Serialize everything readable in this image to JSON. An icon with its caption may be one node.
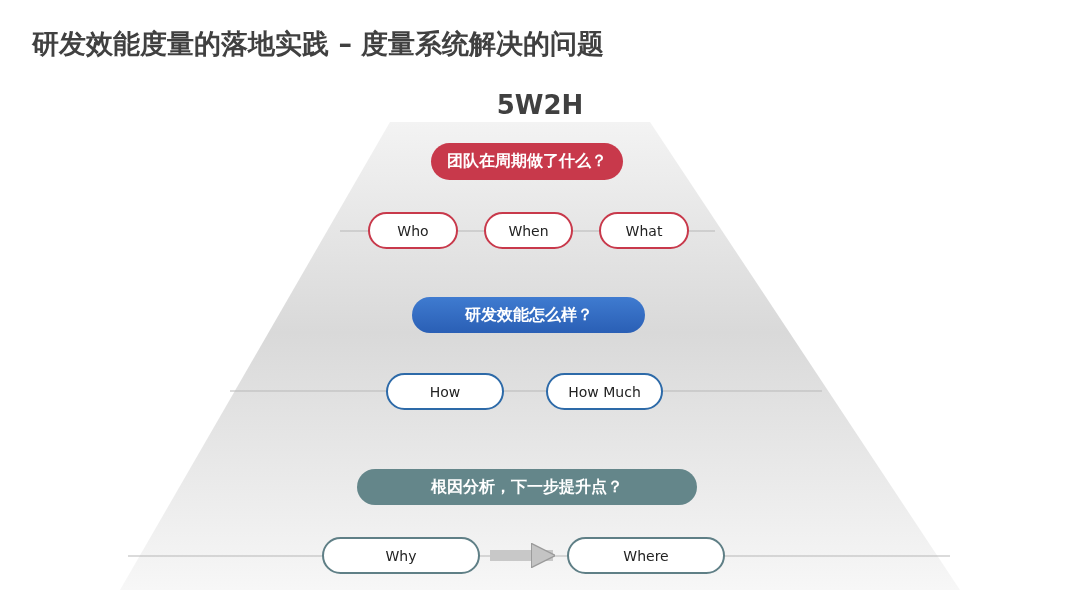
{
  "diagram": {
    "title": "研发效能度量的落地实践 – 度量系统解决的问题",
    "nodes": [
      {
        "text": [
          "5W2H"
        ]
      },
      {
        "text": [
          "团队在周期做了什么？"
        ],
        "in": 0
      },
      {
        "text": [
          "Who"
        ],
        "in": 0
      },
      {
        "text": [
          "When"
        ],
        "in": 0
      },
      {
        "text": [
          "What"
        ],
        "in": 0
      },
      {
        "text": [
          "研发效能怎么样？"
        ],
        "in": 0
      },
      {
        "text": [
          "How"
        ],
        "in": 0
      },
      {
        "text": [
          "How Much"
        ],
        "in": 0
      },
      {
        "text": [
          "根因分析，下一步提升点？"
        ],
        "in": 0
      },
      {
        "text": [
          "Why"
        ],
        "in": 0
      },
      {
        "text": [
          "Where"
        ],
        "in": 0
      }
    ],
    "edges": [
      {
        "from": 9,
        "to": 10,
        "arrow": "to"
      }
    ]
  }
}
